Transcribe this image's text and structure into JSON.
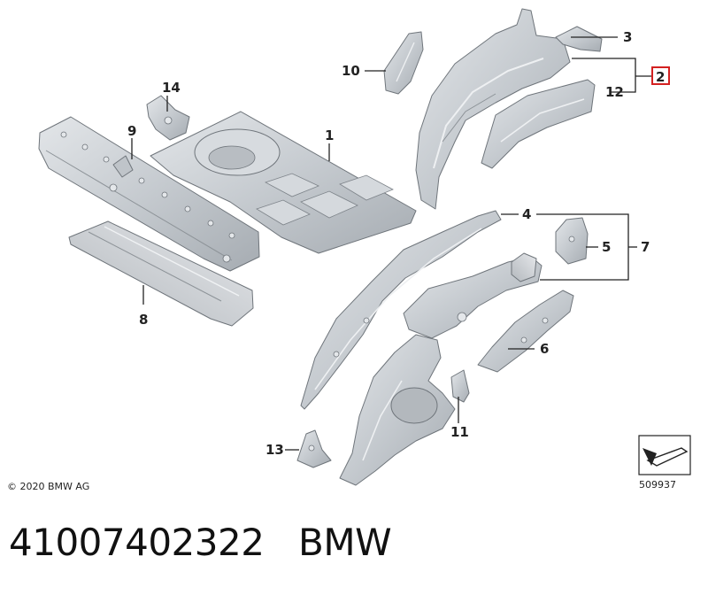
{
  "diagram": {
    "callouts": {
      "c1": "1",
      "c2": "2",
      "c3": "3",
      "c4": "4",
      "c5": "5",
      "c6": "6",
      "c7": "7",
      "c8": "8",
      "c9": "9",
      "c10": "10",
      "c11": "11",
      "c12": "12",
      "c13": "13",
      "c14": "14"
    },
    "highlight_color": "#d32020",
    "part_fill_color": "#c9cdd1"
  },
  "footer": {
    "copyright": "© 2020 BMW AG",
    "diagram_id": "509937"
  },
  "caption": {
    "part_number": "41007402322",
    "brand": "BMW"
  }
}
